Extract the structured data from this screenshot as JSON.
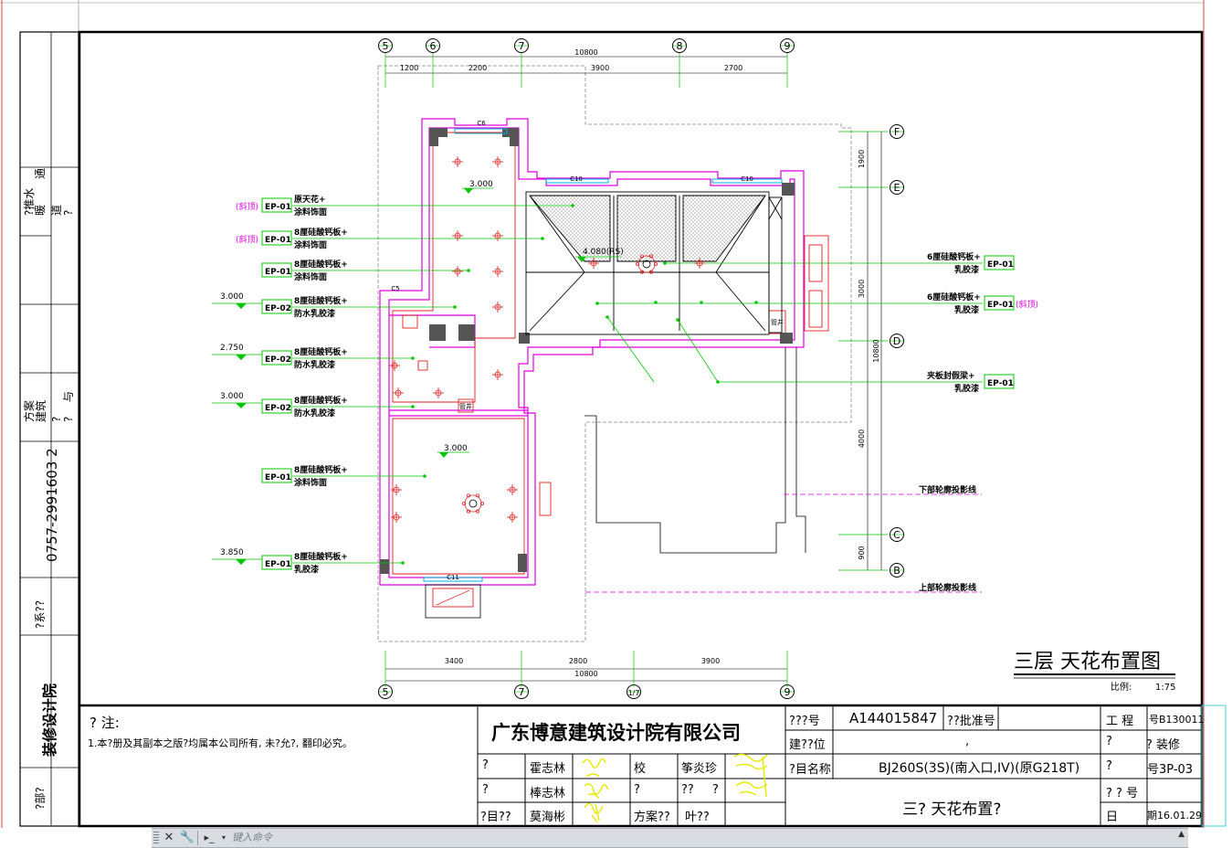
{
  "sidebar": {
    "items": [
      "?推水",
      "通",
      "暖",
      "道",
      "?",
      "方案",
      "建筑",
      "?",
      "?",
      "与"
    ],
    "phone": "0757-2991603 2",
    "contact": "?系??",
    "institute": "装修设计院",
    "dept": "?部?"
  },
  "drawing": {
    "grid_top": [
      "5",
      "6",
      "7",
      "8",
      "9"
    ],
    "grid_bottom": [
      "5",
      "7",
      "1/7",
      "9"
    ],
    "grid_right": [
      "F",
      "E",
      "D",
      "C",
      "B"
    ],
    "dims_top": [
      "10800",
      "1200",
      "2200",
      "3900",
      "2700"
    ],
    "dims_bottom": [
      "3400",
      "2800",
      "3900",
      "10800"
    ],
    "dims_right": [
      "1900",
      "3000",
      "10800",
      "4000",
      "900"
    ],
    "left_labels": [
      {
        "tag": "(斜顶)",
        "code": "EP-01",
        "line1": "原天花+",
        "line2": "涂料饰面"
      },
      {
        "tag": "(斜顶)",
        "code": "EP-01",
        "line1": "8厘硅酸钙板+",
        "line2": "涂料饰面"
      },
      {
        "tag": "",
        "code": "EP-01",
        "line1": "8厘硅酸钙板+",
        "line2": "涂料饰面"
      },
      {
        "tag": "3.000",
        "code": "EP-02",
        "line1": "8厘硅酸钙板+",
        "line2": "防水乳胶漆"
      },
      {
        "tag": "2.750",
        "code": "EP-02",
        "line1": "8厘硅酸钙板+",
        "line2": "防水乳胶漆"
      },
      {
        "tag": "3.000",
        "code": "EP-02",
        "line1": "8厘硅酸钙板+",
        "line2": "防水乳胶漆"
      },
      {
        "tag": "",
        "code": "EP-01",
        "line1": "8厘硅酸钙板+",
        "line2": "涂料饰面"
      },
      {
        "tag": "3.850",
        "code": "EP-01",
        "line1": "8厘硅酸钙板+",
        "line2": "乳胶漆"
      }
    ],
    "right_labels": [
      {
        "code": "EP-01",
        "line1": "6厘硅酸钙板+",
        "line2": "乳胶漆",
        "tag": ""
      },
      {
        "code": "EP-01",
        "line1": "6厘硅酸钙板+",
        "line2": "乳胶漆",
        "tag": "(斜顶)"
      },
      {
        "code": "EP-01",
        "line1": "夹板封假梁+",
        "line2": "乳胶漆",
        "tag": ""
      }
    ],
    "proj_lower": "下部轮廓投影线",
    "proj_upper": "上部轮廓投影线",
    "elevations": [
      "3.000",
      "4.080(RS)",
      "3.000"
    ],
    "window_tags": [
      "C6",
      "C10",
      "C10",
      "C11",
      "C5"
    ],
    "small_tags": [
      "管井",
      "管井"
    ],
    "title": "三层 天花布置图",
    "scale_label": "比例:",
    "scale_value": "1:75"
  },
  "notes": {
    "heading": "? 注:",
    "text": "1.本?册及其副本之版?均属本公司所有, 未?允?, 翻印必究。"
  },
  "titleblock": {
    "company": "广东博意建筑设计院有限公司",
    "reg_no_label": "???号",
    "reg_no": "A144015847",
    "approval_label": "??批准号",
    "client_label": "建??位",
    "client_value": ",",
    "project_label": "?目名称",
    "project_value": "BJ260S(3S)(南入口,IV)(原G218T)",
    "drawing_name": "三? 天花布置?",
    "r1": [
      "?",
      "霍志林",
      "校",
      "筝炎珍"
    ],
    "r2": [
      "?",
      "棒志林",
      "?",
      "??",
      "?"
    ],
    "r3": [
      "?目??",
      "莫海彬",
      "方案??",
      "叶??"
    ],
    "right": {
      "project_no_label": "工 程",
      "project_no": "号B130011",
      "major_label": "?",
      "major_value": "? 装修",
      "drawing_no_label": "?",
      "drawing_no": "号3P-03",
      "sheet_label": "? ? 号",
      "date_label": "日",
      "date_value": "期16.01.29"
    }
  },
  "command": {
    "placeholder": "键入命令"
  },
  "colors": {
    "wall": "#e000e0",
    "fill": "#e32020",
    "leader": "#00c800",
    "line": "#000000"
  }
}
